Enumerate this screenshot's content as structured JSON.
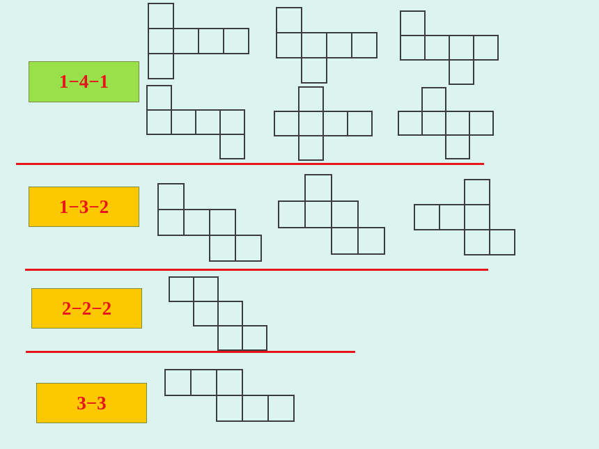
{
  "colors": {
    "background": "#dcf4ef",
    "label_text": "#e8141c",
    "separator": "#e8141c",
    "cell_border": "#3c3c3c"
  },
  "groups": [
    {
      "label": "1−4−1",
      "label_bg": "#99e04a"
    },
    {
      "label": "1−3−2",
      "label_bg": "#fec800"
    },
    {
      "label": "2−2−2",
      "label_bg": "#fec800"
    },
    {
      "label": "3−3",
      "label_bg": "#fec800"
    }
  ],
  "nets": [
    {
      "group": "1−4−1",
      "cells": [
        [
          0,
          0
        ],
        [
          0,
          1
        ],
        [
          1,
          1
        ],
        [
          2,
          1
        ],
        [
          3,
          1
        ],
        [
          0,
          2
        ]
      ]
    },
    {
      "group": "1−4−1",
      "cells": [
        [
          0,
          0
        ],
        [
          0,
          1
        ],
        [
          1,
          1
        ],
        [
          2,
          1
        ],
        [
          3,
          1
        ],
        [
          1,
          2
        ]
      ]
    },
    {
      "group": "1−4−1",
      "cells": [
        [
          0,
          0
        ],
        [
          0,
          1
        ],
        [
          1,
          1
        ],
        [
          2,
          1
        ],
        [
          3,
          1
        ],
        [
          2,
          2
        ]
      ]
    },
    {
      "group": "1−4−1",
      "cells": [
        [
          0,
          0
        ],
        [
          0,
          1
        ],
        [
          1,
          1
        ],
        [
          2,
          1
        ],
        [
          3,
          1
        ],
        [
          3,
          2
        ]
      ]
    },
    {
      "group": "1−4−1",
      "cells": [
        [
          1,
          0
        ],
        [
          0,
          1
        ],
        [
          1,
          1
        ],
        [
          2,
          1
        ],
        [
          3,
          1
        ],
        [
          1,
          2
        ]
      ]
    },
    {
      "group": "1−4−1",
      "cells": [
        [
          1,
          0
        ],
        [
          0,
          1
        ],
        [
          1,
          1
        ],
        [
          2,
          1
        ],
        [
          3,
          1
        ],
        [
          2,
          2
        ]
      ]
    },
    {
      "group": "1−3−2",
      "cells": [
        [
          0,
          0
        ],
        [
          0,
          1
        ],
        [
          1,
          1
        ],
        [
          2,
          1
        ],
        [
          2,
          2
        ],
        [
          3,
          2
        ]
      ]
    },
    {
      "group": "1−3−2",
      "cells": [
        [
          1,
          0
        ],
        [
          0,
          1
        ],
        [
          1,
          1
        ],
        [
          2,
          1
        ],
        [
          2,
          2
        ],
        [
          3,
          2
        ]
      ]
    },
    {
      "group": "1−3−2",
      "cells": [
        [
          2,
          0
        ],
        [
          0,
          1
        ],
        [
          1,
          1
        ],
        [
          2,
          1
        ],
        [
          2,
          2
        ],
        [
          3,
          2
        ]
      ]
    },
    {
      "group": "2−2−2",
      "cells": [
        [
          0,
          0
        ],
        [
          1,
          0
        ],
        [
          1,
          1
        ],
        [
          2,
          1
        ],
        [
          2,
          2
        ],
        [
          3,
          2
        ]
      ]
    },
    {
      "group": "3−3",
      "cells": [
        [
          0,
          0
        ],
        [
          1,
          0
        ],
        [
          2,
          0
        ],
        [
          2,
          1
        ],
        [
          3,
          1
        ],
        [
          4,
          1
        ]
      ]
    }
  ]
}
